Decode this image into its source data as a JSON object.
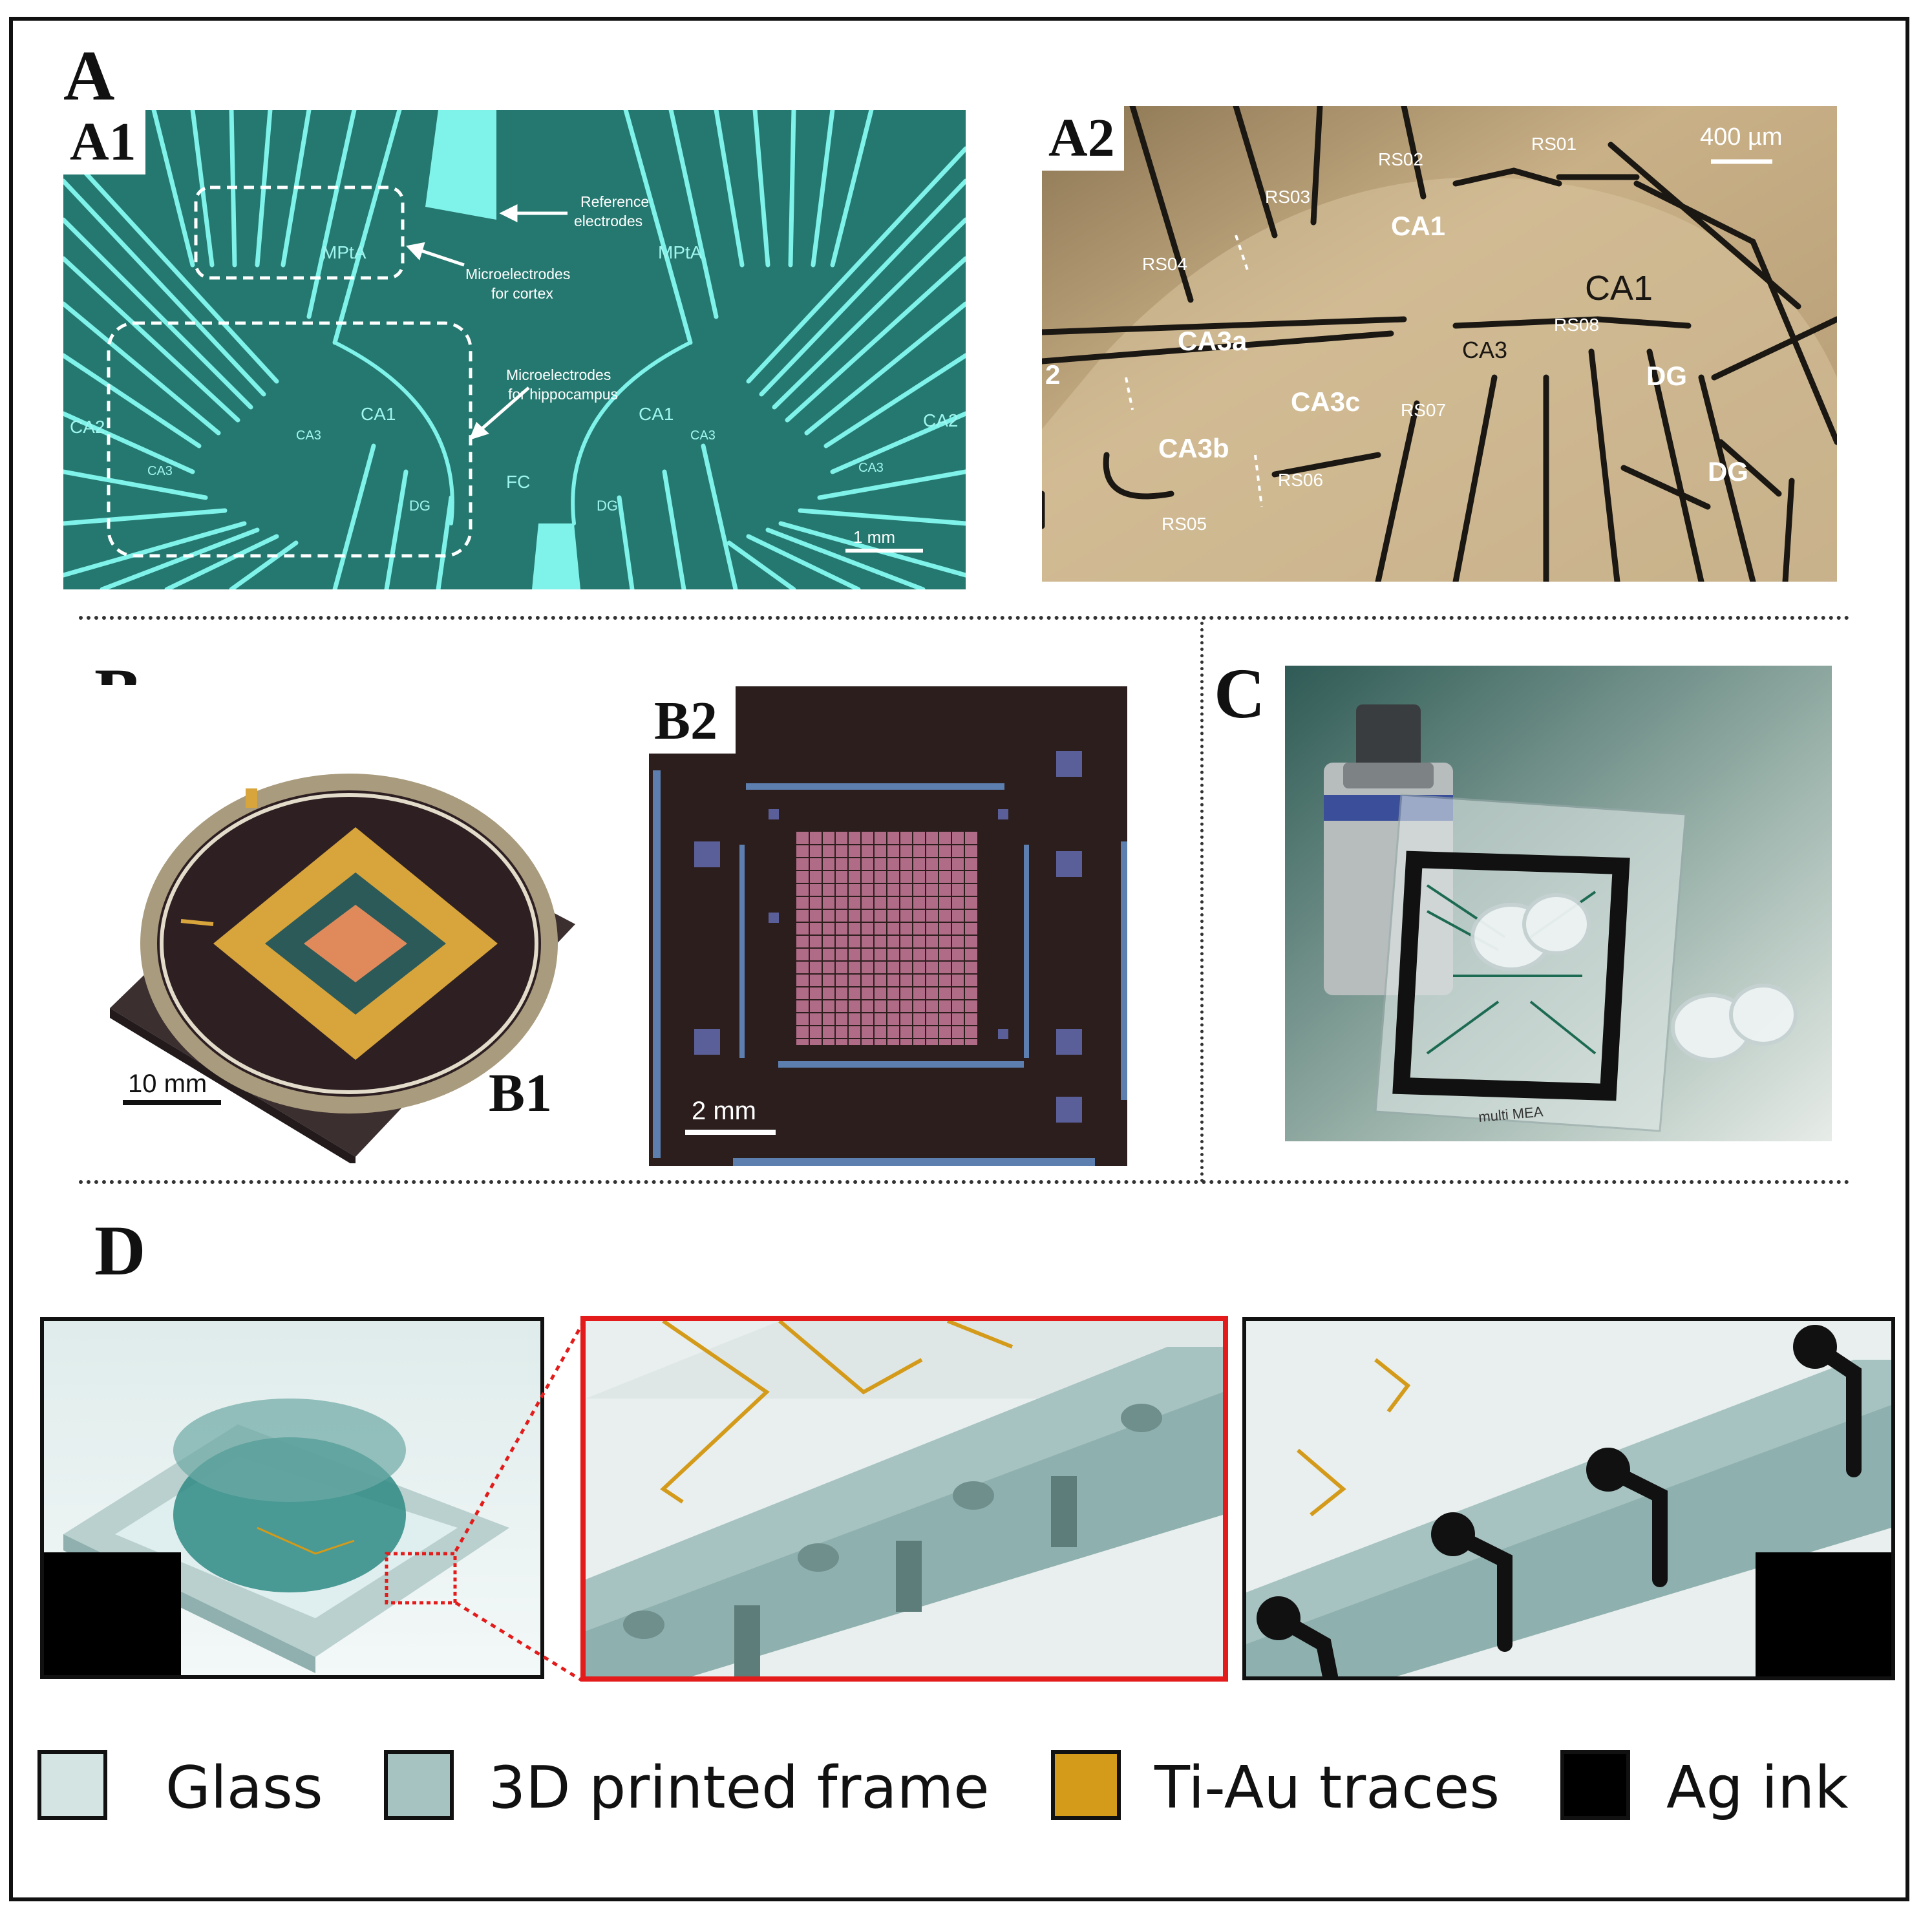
{
  "panels": {
    "A": {
      "label": "A",
      "A1": {
        "label": "A1",
        "annotations": {
          "reference": [
            "Reference",
            "electrodes"
          ],
          "cortex": [
            "Microelectrodes",
            "for cortex"
          ],
          "hippocampus": [
            "Microelectrodes",
            "for hippocampus"
          ]
        },
        "regions": {
          "mpta_left": "MPtA",
          "mpta_right": "MPtA",
          "ca1_left": "CA1",
          "ca1_right": "CA1",
          "ca2_left": "CA2",
          "ca2_right": "CA2",
          "ca3_1": "CA3",
          "ca3_2": "CA3",
          "ca3_3": "CA3",
          "ca3_4": "CA3",
          "dg_left": "DG",
          "dg_right": "DG",
          "fc": "FC"
        },
        "scale_bar": "1 mm"
      },
      "A2": {
        "label": "A2",
        "scale_bar": "400 µm",
        "sites": {
          "rs01": "RS01",
          "rs02": "RS02",
          "rs03": "RS03",
          "rs04": "RS04",
          "rs05": "RS05",
          "rs06": "RS06",
          "rs07": "RS07",
          "rs08": "RS08"
        },
        "regions": {
          "ca1_a": "CA1",
          "ca1_b": "CA1",
          "ca3a": "CA3a",
          "ca3b": "CA3b",
          "ca3c": "CA3c",
          "ca3": "CA3",
          "dg_a": "DG",
          "dg_b": "DG",
          "ca2": "2"
        }
      }
    },
    "B": {
      "label": "B",
      "B1": {
        "label": "B1",
        "scale_bar": "10 mm"
      },
      "B2": {
        "label": "B2",
        "scale_bar": "2 mm"
      }
    },
    "C": {
      "label": "C",
      "slide_text": "multi MEA"
    },
    "D": {
      "label": "D"
    }
  },
  "legend": [
    {
      "name": "Glass",
      "color": "#d4e4e2"
    },
    {
      "name": "3D printed frame",
      "color": "#a6c3c1"
    },
    {
      "name": "Ti-Au traces",
      "color": "#d49a1a"
    },
    {
      "name": "Ag ink",
      "color": "#000000"
    }
  ],
  "colors": {
    "a1_background": "#25786f",
    "a1_traces": "#7ff2ea",
    "a2_background": "#c8ae84",
    "b2_background": "#2c1e1d",
    "b2_grid": "#c87a9a",
    "d_highlight": "#e31b1b"
  }
}
